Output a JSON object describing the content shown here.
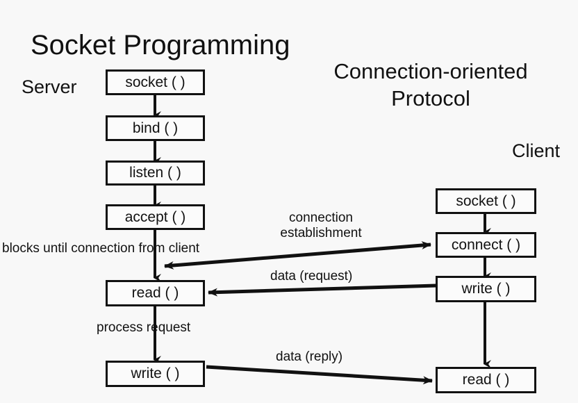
{
  "diagram": {
    "title": "Socket Programming",
    "subtitle_line1": "Connection-oriented",
    "subtitle_line2": "Protocol",
    "background_color": "#f8f8f8",
    "line_color": "#111111",
    "box_fill": "#fbfbfb"
  },
  "roles": {
    "server_label": "Server",
    "client_label": "Client"
  },
  "server": {
    "steps": [
      {
        "label": "socket ( )",
        "name": "server-socket-box"
      },
      {
        "label": "bind ( )",
        "name": "server-bind-box"
      },
      {
        "label": "listen ( )",
        "name": "server-listen-box"
      },
      {
        "label": "accept ( )",
        "name": "server-accept-box"
      },
      {
        "label": "read ( )",
        "name": "server-read-box"
      },
      {
        "label": "write ( )",
        "name": "server-write-box"
      }
    ]
  },
  "client": {
    "steps": [
      {
        "label": "socket ( )",
        "name": "client-socket-box"
      },
      {
        "label": "connect ( )",
        "name": "client-connect-box"
      },
      {
        "label": "write ( )",
        "name": "client-write-box"
      },
      {
        "label": "read ( )",
        "name": "client-read-box"
      }
    ]
  },
  "annotations": {
    "blocks_until": "blocks until connection from client",
    "connection_establishment_line1": "connection",
    "connection_establishment_line2": "establishment",
    "data_request": "data (request)",
    "process_request": "process request",
    "data_reply": "data (reply)"
  }
}
